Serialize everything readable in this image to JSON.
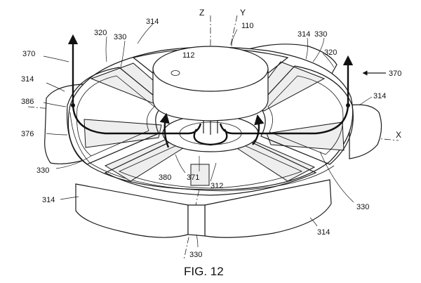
{
  "figure": {
    "caption": "FIG. 12",
    "axes": {
      "z": "Z",
      "y": "Y",
      "x": "X"
    },
    "refs": {
      "r110": "110",
      "r112": "112",
      "r314_top": "314",
      "r314_upper_right": "314",
      "r314_left": "314",
      "r314_right": "314",
      "r314_lower_left": "314",
      "r314_lower_right": "314",
      "r320_left": "320",
      "r320_right": "320",
      "r330_upper_left": "330",
      "r330_upper_right": "330",
      "r330_left": "330",
      "r330_right": "330",
      "r330_bottom": "330",
      "r370_left": "370",
      "r370_right": "370",
      "r386": "386",
      "r376": "376",
      "r380": "380",
      "r371": "371",
      "r312": "312"
    }
  }
}
